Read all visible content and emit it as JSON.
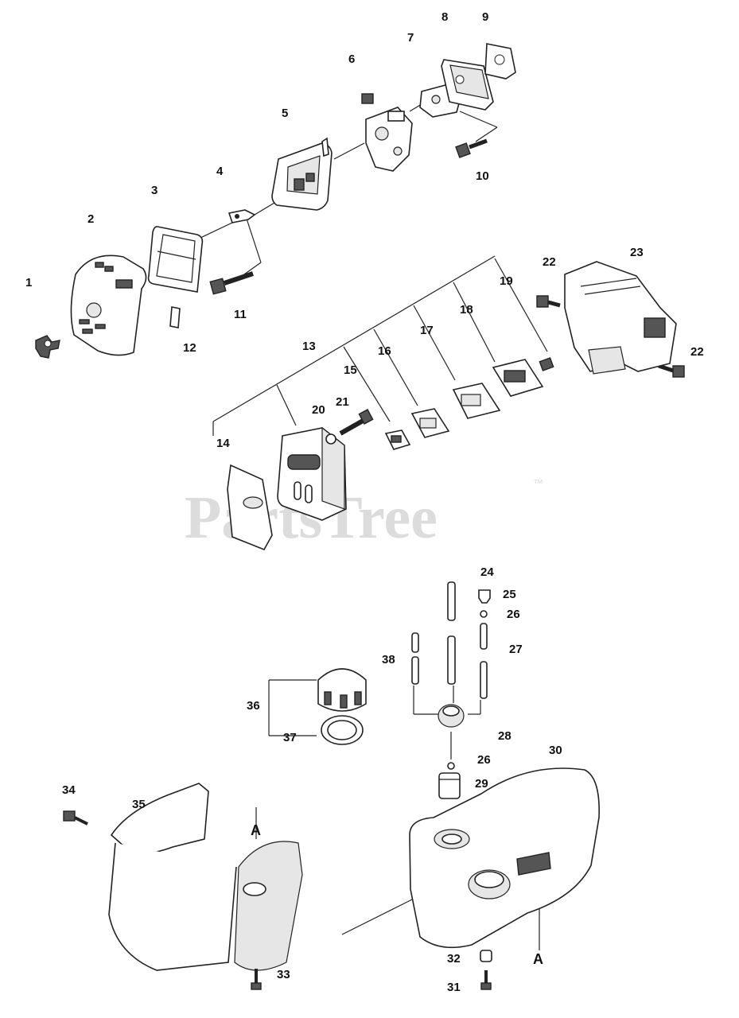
{
  "watermark": {
    "text": "PartsTree",
    "trademark": "™"
  },
  "callouts": [
    "1",
    "2",
    "3",
    "4",
    "5",
    "6",
    "7",
    "8",
    "9",
    "10",
    "11",
    "12",
    "13",
    "14",
    "15",
    "16",
    "17",
    "18",
    "19",
    "20",
    "21",
    "22",
    "22",
    "23",
    "24",
    "25",
    "26",
    "27",
    "28",
    "26",
    "29",
    "30",
    "31",
    "32",
    "33",
    "34",
    "35",
    "36",
    "37",
    "38",
    "A",
    "A"
  ]
}
